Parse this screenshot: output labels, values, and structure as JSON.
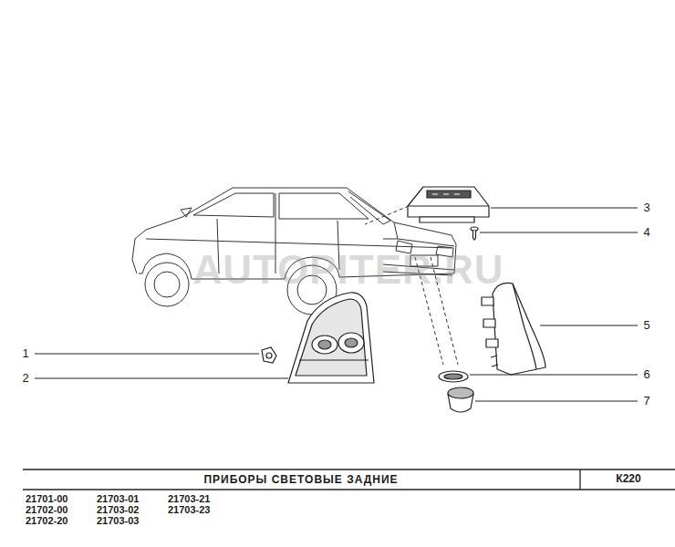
{
  "diagram": {
    "title": "ПРИБОРЫ СВЕТОВЫЕ ЗАДНИЕ",
    "labels": [
      "1",
      "2",
      "3",
      "4",
      "5",
      "6",
      "7",
      "AUTOPITER.RU",
      "К220",
      "21701-00",
      "21702-00",
      "21702-20",
      "21703-01",
      "21703-02",
      "21703-03",
      "21703-21",
      "21703-23"
    ]
  }
}
